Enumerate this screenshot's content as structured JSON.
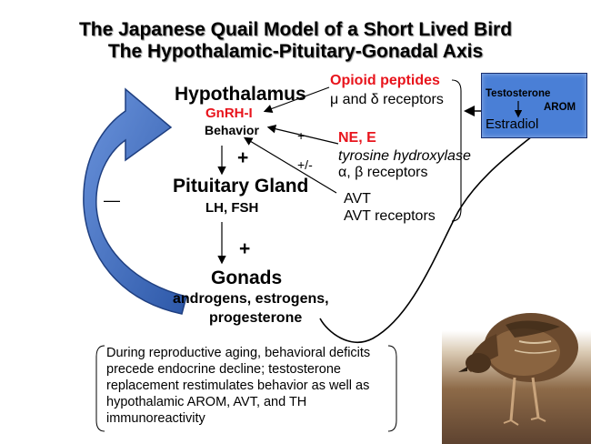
{
  "title": {
    "line1": "The Japanese Quail Model of a Short Lived Bird",
    "line2": "The Hypothalamic-Pituitary-Gonadal Axis"
  },
  "axis": {
    "hypothalamus": "Hypothalamus",
    "gnrh": "GnRH-I",
    "behavior": "Behavior",
    "plus1": "+",
    "pituitary": "Pituitary Gland",
    "lh_fsh": "LH, FSH",
    "plus2": "+",
    "gonads": "Gonads",
    "gonad_line1": "androgens, estrogens,",
    "gonad_line2": "progesterone",
    "feedback_sign": "—"
  },
  "modulators": {
    "opioid_title": "Opioid peptides",
    "opioid_receptors": "μ and δ receptors",
    "ne_sign": "+",
    "ne_title": "NE, E",
    "ne_line1": "tyrosine hydroxylase",
    "ne_line2": "α, β receptors",
    "avt_sign": "+/-",
    "avt_line1": "AVT",
    "avt_line2": "AVT receptors"
  },
  "testosterone_box": {
    "testosterone": "Testosterone",
    "arom": "AROM",
    "estradiol": "Estradiol"
  },
  "note": "During reproductive aging, behavioral deficits precede endocrine decline; testosterone replacement restimulates behavior as well as hypothalamic  AROM, AVT, and TH immunoreactivity",
  "colors": {
    "red_text": "#e8141c",
    "feedback_arrow": "#3f6fc4",
    "testosterone_box": "#4a7fd6"
  },
  "photo": {
    "subject": "japanese-quail"
  }
}
